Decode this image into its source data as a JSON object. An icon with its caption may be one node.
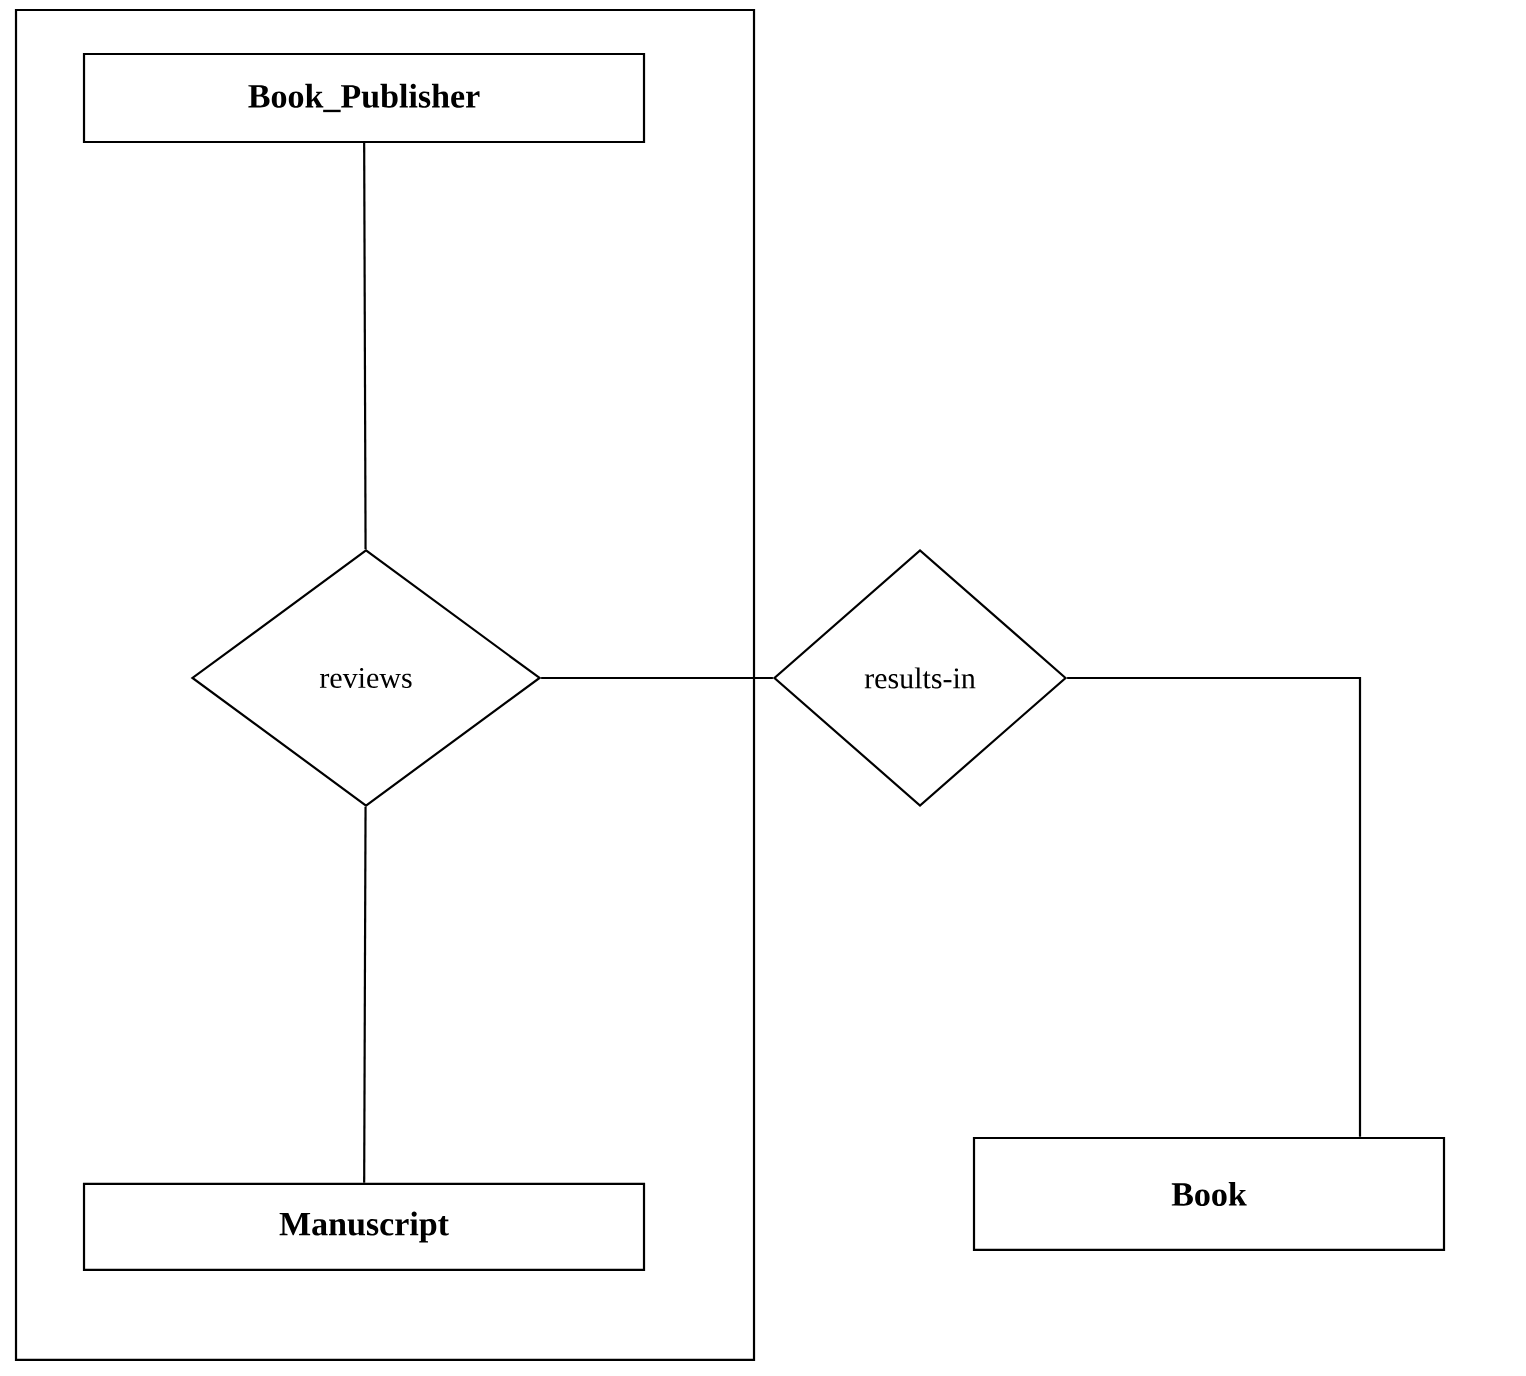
{
  "diagram": {
    "nodes": [
      {
        "text": [],
        "shape": "box"
      },
      {
        "text": [
          "Book_Publisher"
        ],
        "in": 0
      },
      {
        "text": [
          "reviews"
        ],
        "in": 0
      },
      {
        "text": [
          "Manuscript"
        ],
        "in": 0
      },
      {
        "text": [
          "results-in"
        ]
      },
      {
        "text": [
          "Book"
        ]
      }
    ],
    "edges": [
      {
        "from": 1,
        "to": 2,
        "arrow": "none"
      },
      {
        "from": 2,
        "to": 3,
        "arrow": "none"
      },
      {
        "from": 2,
        "to": 4,
        "arrow": "none"
      },
      {
        "from": 4,
        "to": 5,
        "arrow": "none"
      }
    ]
  }
}
